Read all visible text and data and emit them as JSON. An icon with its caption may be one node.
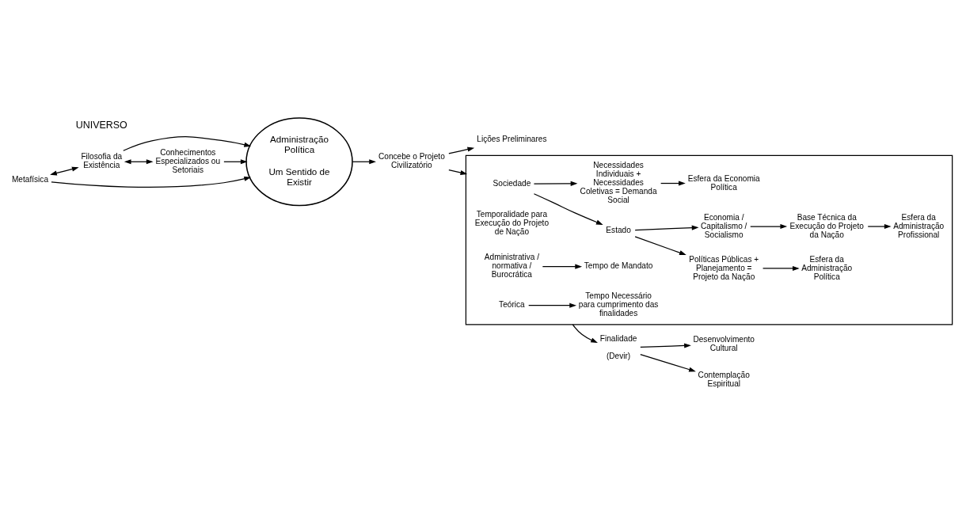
{
  "diagram": {
    "nodes": [
      {
        "text": [
          "Metafísica"
        ]
      },
      {
        "text": [
          "Filosofia da Existência"
        ]
      },
      {
        "text": [
          "Conhecimentos Especializados ou Setoriais"
        ]
      },
      {
        "text": [
          "Administração Política",
          "Um Sentido de Existir"
        ]
      },
      {
        "text": [
          "Concebe o Projeto Civilizatório"
        ]
      },
      {
        "text": [
          "Lições Preliminares"
        ]
      },
      {
        "text": [],
        "shape": "bracket"
      },
      {
        "text": [
          "Sociedade"
        ],
        "in": 6
      },
      {
        "text": [
          "Estado"
        ],
        "in": 6
      },
      {
        "text": [
          "Economia / Capitalismo / Socialismo"
        ],
        "in": 6
      },
      {
        "text": [
          "Necessidades Individuais + Necessidades Coletivas = Demanda Social"
        ],
        "in": 6
      },
      {
        "text": [
          "Políticas Públicas + Planejamento = Projeto da Nação"
        ],
        "in": 6
      },
      {
        "text": [
          "Base Técnica da Execução do Projeto da Nação"
        ],
        "in": 6
      },
      {
        "text": [
          "Esfera da Economia Política"
        ],
        "in": 6
      },
      {
        "text": [
          "Esfera da Administração Política"
        ],
        "in": 6
      },
      {
        "text": [
          "Esfera da Administração Profissional"
        ],
        "in": 6
      },
      {
        "text": [
          "Temporalidade para Execução do Projeto de Nação"
        ],
        "in": 6
      },
      {
        "text": [
          "Administrativa / normativa / Burocrática"
        ],
        "in": 6
      },
      {
        "text": [
          "Teórica"
        ],
        "in": 6
      },
      {
        "text": [
          "Tempo de Mandato"
        ],
        "in": 6
      },
      {
        "text": [
          "Tempo Necessário para cumprimento das finalidades"
        ],
        "in": 6
      },
      {
        "text": [
          "Finalidade",
          "(Devir)"
        ]
      },
      {
        "text": [
          "Desenvolvimento Cultural"
        ]
      },
      {
        "text": [
          "Contemplação Espiritual"
        ]
      }
    ],
    "edges": [
      {
        "from": 0,
        "to": 1,
        "arrow": "both"
      },
      {
        "from": 1,
        "to": 2,
        "arrow": "both"
      },
      {
        "from": 0,
        "to": 3,
        "arrow": "to"
      },
      {
        "from": 1,
        "to": 3,
        "arrow": "to"
      },
      {
        "from": 2,
        "to": 3,
        "arrow": "to"
      },
      {
        "from": 3,
        "to": 4,
        "arrow": "to"
      },
      {
        "from": 4,
        "to": 5,
        "arrow": "to"
      },
      {
        "from": 4,
        "to": 6,
        "arrow": "to"
      },
      {
        "from": 7,
        "to": 8,
        "arrow": "to"
      },
      {
        "from": 8,
        "to": 9,
        "arrow": "to"
      },
      {
        "from": 7,
        "to": 10,
        "arrow": "to"
      },
      {
        "from": 10,
        "to": 13,
        "arrow": "to"
      },
      {
        "from": 8,
        "to": 11,
        "arrow": "to"
      },
      {
        "from": 11,
        "to": 14,
        "arrow": "to"
      },
      {
        "from": 9,
        "to": 12,
        "arrow": "to"
      },
      {
        "from": 12,
        "to": 15,
        "arrow": "to"
      },
      {
        "from": 17,
        "to": 19,
        "arrow": "to"
      },
      {
        "from": 18,
        "to": 20,
        "arrow": "to"
      },
      {
        "from": 6,
        "to": 21,
        "arrow": "to"
      },
      {
        "from": 21,
        "to": 22,
        "arrow": "to"
      },
      {
        "from": 21,
        "to": 23,
        "arrow": "to"
      }
    ],
    "labels": [
      "UNIVERSO"
    ]
  }
}
